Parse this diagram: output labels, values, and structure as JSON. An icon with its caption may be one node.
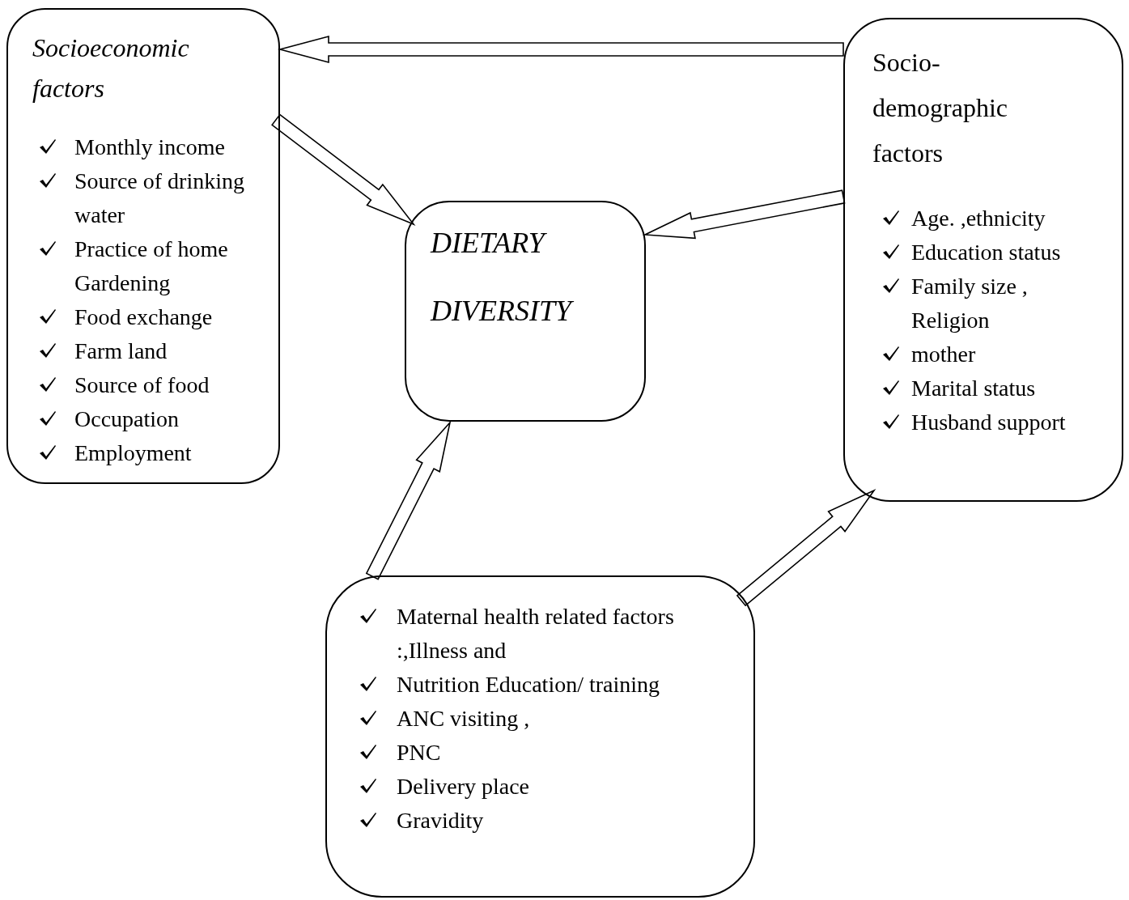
{
  "diagram": {
    "nodes": [
      {
        "text": [
          "Socioeconomic factors",
          "Monthly income",
          "Source of drinking water",
          "Practice of home Gardening",
          "Food exchange",
          "Farm land",
          "Source of food",
          "Occupation",
          "Employment"
        ]
      },
      {
        "text": [
          "DIETARY DIVERSITY"
        ]
      },
      {
        "text": [
          "Socio-demographic factors",
          "Age. ,ethnicity",
          "Education status",
          "Family size , Religion",
          "mother",
          "Marital status",
          "Husband support"
        ]
      },
      {
        "text": [
          "Maternal health related factors :,Illness and",
          "Nutrition Education/ training",
          "ANC visiting ,",
          "PNC",
          "Delivery place",
          "Gravidity"
        ]
      }
    ],
    "edges": [
      {
        "from": 2,
        "to": 0,
        "arrow": "to"
      },
      {
        "from": 0,
        "to": 1,
        "arrow": "to"
      },
      {
        "from": 2,
        "to": 1,
        "arrow": "to"
      },
      {
        "from": 3,
        "to": 1,
        "arrow": "to"
      },
      {
        "from": 3,
        "to": 2,
        "arrow": "to"
      }
    ]
  }
}
